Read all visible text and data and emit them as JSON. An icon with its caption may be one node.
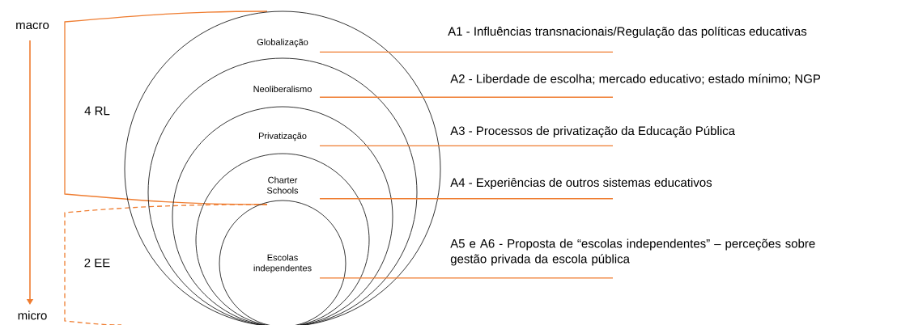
{
  "diagram": {
    "nodes": [
      {
        "text": [
          "Globalização"
        ]
      },
      {
        "text": [
          "Neoliberalismo"
        ],
        "in": 0
      },
      {
        "text": [
          "Privatização"
        ],
        "in": 1
      },
      {
        "text": [
          "Charter Schools"
        ],
        "in": 2
      },
      {
        "text": [
          "Escolas independentes"
        ],
        "in": 3
      },
      {
        "text": [
          "A1 - Influências transnacionais/Regulação das políticas educativas"
        ]
      },
      {
        "text": [
          "A2 - Liberdade de escolha; mercado educativo; estado mínimo; NGP"
        ]
      },
      {
        "text": [
          "A3 - Processos de privatização da Educação Pública"
        ]
      },
      {
        "text": [
          "A4 - Experiências de outros sistemas educativos"
        ]
      },
      {
        "text": [
          "A5 e A6 - Proposta de “escolas independentes” – perceções sobre gestão privada da escola pública"
        ]
      }
    ],
    "edges": [
      {
        "from": 0,
        "to": 5,
        "arrow": "none"
      },
      {
        "from": 1,
        "to": 6,
        "arrow": "none"
      },
      {
        "from": 2,
        "to": 7,
        "arrow": "none"
      },
      {
        "from": 3,
        "to": 8,
        "arrow": "none"
      },
      {
        "from": 4,
        "to": 9,
        "arrow": "none"
      }
    ],
    "labels": [
      "macro",
      "4 RL",
      "2 EE",
      "micro"
    ]
  }
}
